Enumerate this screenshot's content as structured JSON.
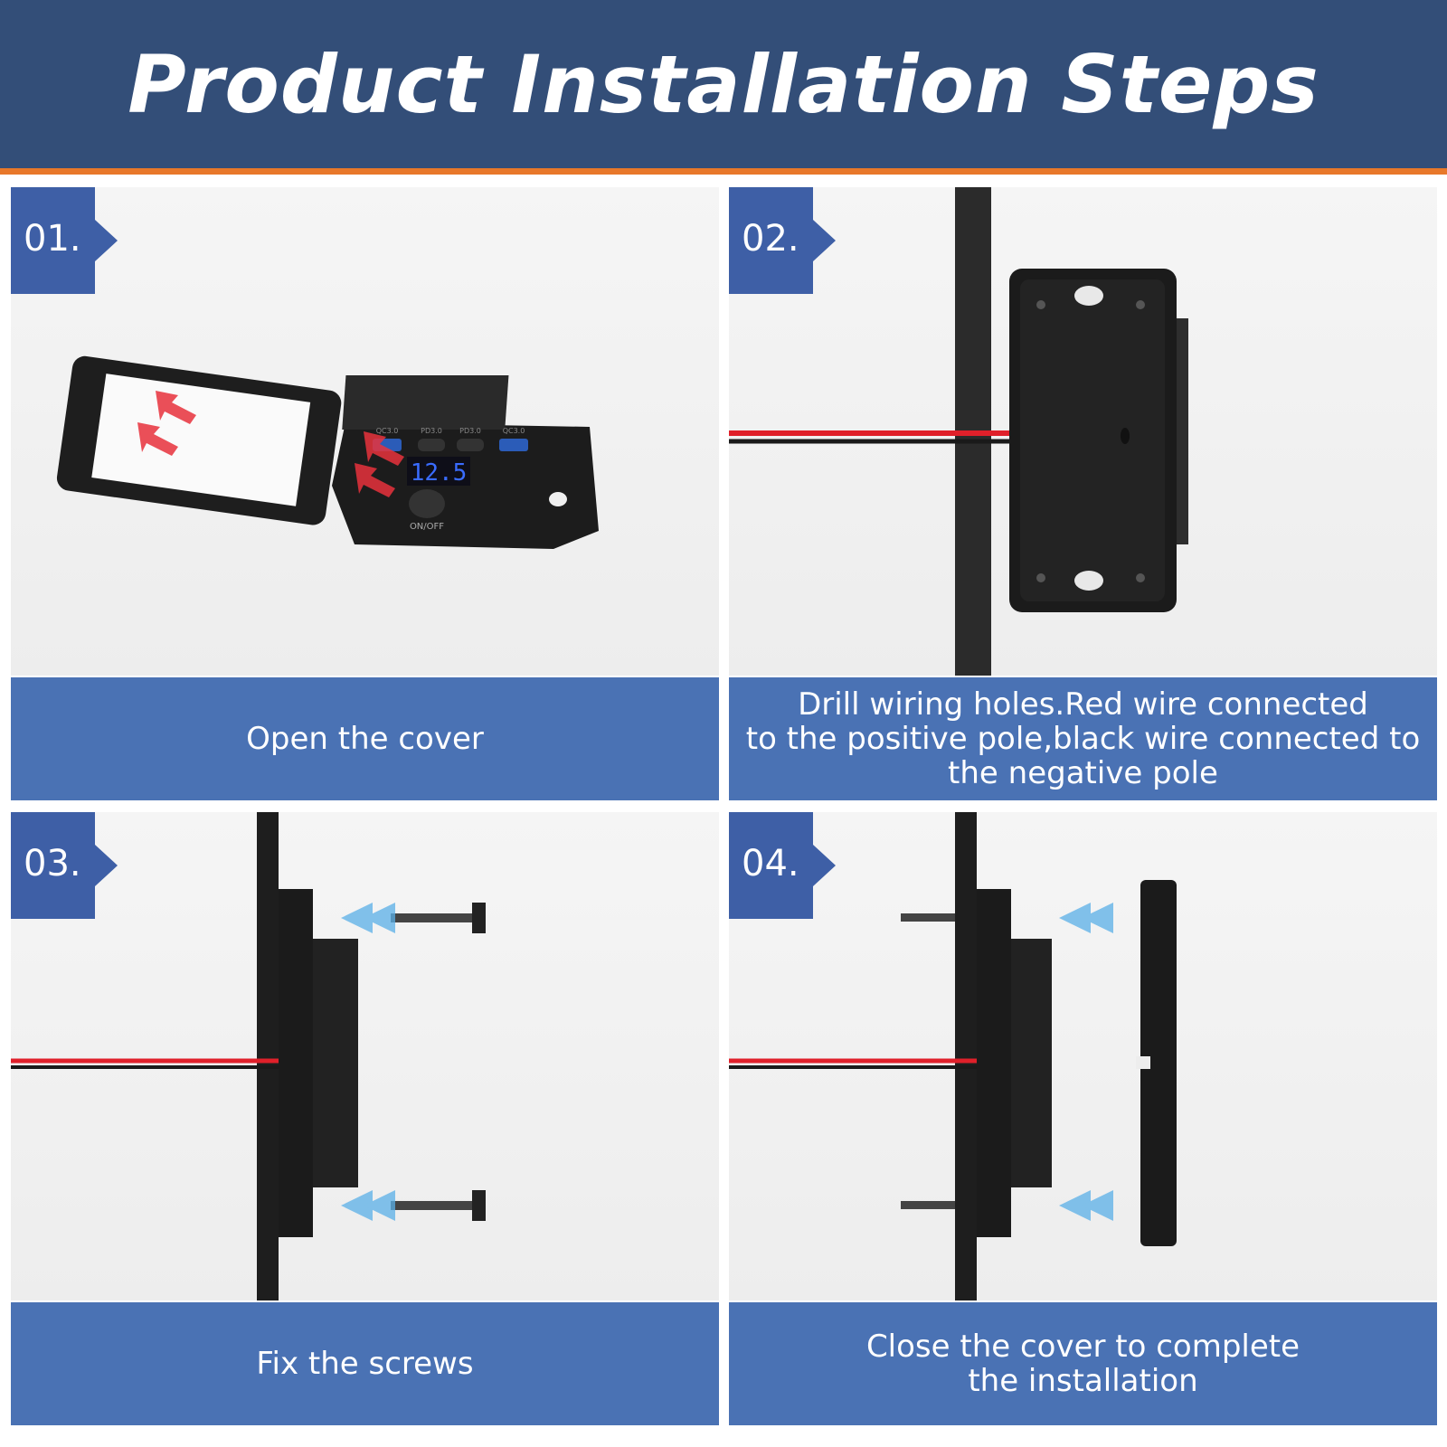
{
  "header": {
    "title": "Product Installation Steps",
    "background_color": "#334e78",
    "accent_stripe_color": "#e8782a"
  },
  "steps": [
    {
      "number": "01.",
      "caption": "Open the cover",
      "display_reading": "12.5",
      "switch_label": "ON/OFF",
      "port_labels": [
        "QC3.0",
        "PD3.0",
        "PD3.0",
        "QC3.0"
      ]
    },
    {
      "number": "02.",
      "caption": "Drill wiring holes.Red wire connected\nto the positive pole,black wire connected to\nthe negative pole"
    },
    {
      "number": "03.",
      "caption": "Fix the screws"
    },
    {
      "number": "04.",
      "caption": "Close the cover to complete\nthe installation"
    }
  ],
  "colors": {
    "badge": "#3e5fa6",
    "caption_bar": "#4a72b4",
    "wire_red": "#e0202a",
    "wire_black": "#1a1a1a",
    "arrow_red": "#e8323c",
    "arrow_blue": "#5ab0e8",
    "display_blue": "#3a6cff"
  }
}
